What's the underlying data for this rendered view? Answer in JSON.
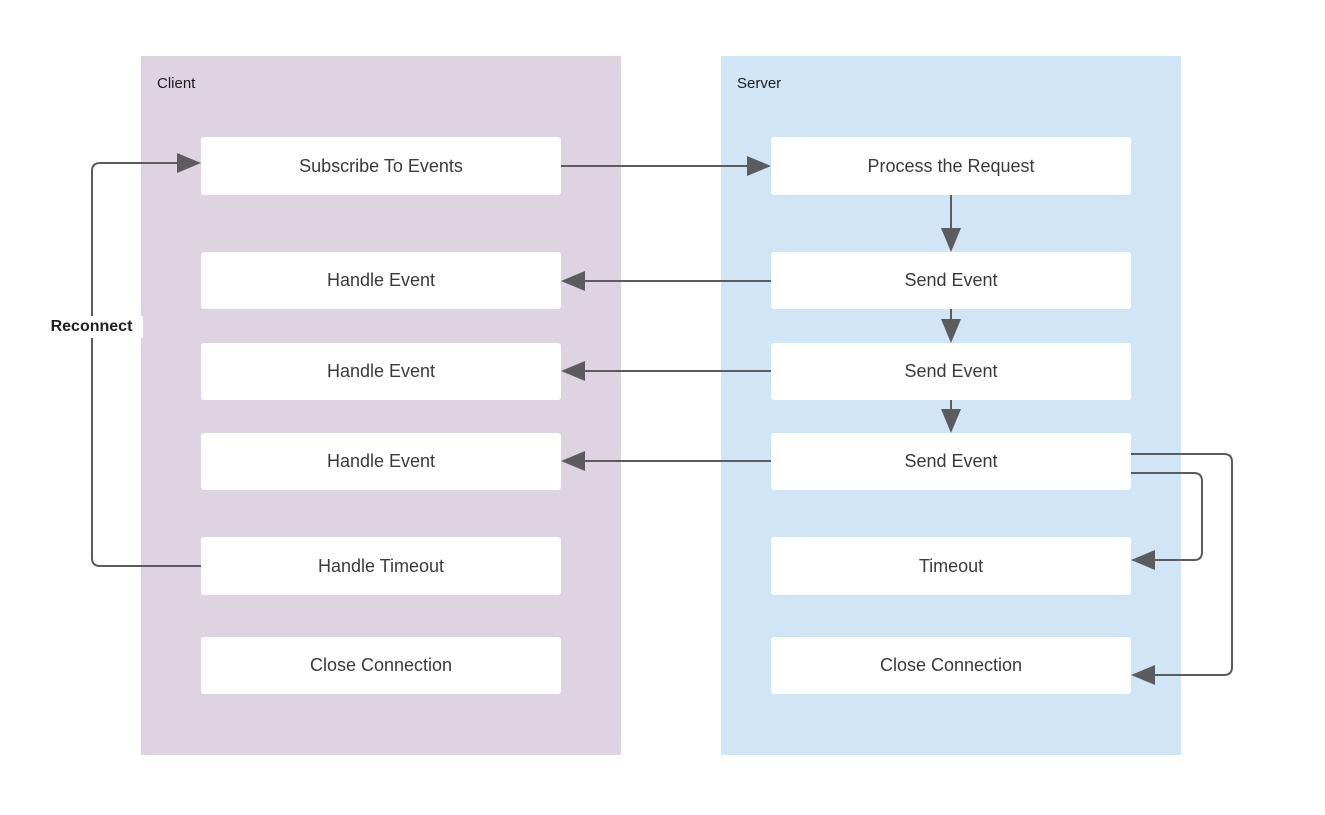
{
  "lanes": {
    "client": {
      "label": "Client"
    },
    "server": {
      "label": "Server"
    }
  },
  "nodes": {
    "subscribe_to_events": "Subscribe To Events",
    "handle_event_1": "Handle Event",
    "handle_event_2": "Handle Event",
    "handle_event_3": "Handle Event",
    "handle_timeout": "Handle Timeout",
    "client_close_connection": "Close Connection",
    "process_the_request": "Process the Request",
    "send_event_1": "Send Event",
    "send_event_2": "Send Event",
    "send_event_3": "Send Event",
    "timeout": "Timeout",
    "server_close_connection": "Close Connection"
  },
  "edges": [
    {
      "from": "subscribe_to_events",
      "to": "process_the_request",
      "label": ""
    },
    {
      "from": "process_the_request",
      "to": "send_event_1",
      "label": ""
    },
    {
      "from": "send_event_1",
      "to": "handle_event_1",
      "label": ""
    },
    {
      "from": "send_event_1",
      "to": "send_event_2",
      "label": ""
    },
    {
      "from": "send_event_2",
      "to": "handle_event_2",
      "label": ""
    },
    {
      "from": "send_event_2",
      "to": "send_event_3",
      "label": ""
    },
    {
      "from": "send_event_3",
      "to": "handle_event_3",
      "label": ""
    },
    {
      "from": "send_event_3",
      "to": "timeout",
      "label": ""
    },
    {
      "from": "send_event_3",
      "to": "server_close_connection",
      "label": ""
    },
    {
      "from": "handle_timeout",
      "to": "subscribe_to_events",
      "label": "Reconnect"
    }
  ],
  "edge_labels": {
    "reconnect": "Reconnect"
  },
  "colors": {
    "lane-client": "#ddd3e1",
    "lane-server": "#d0e5f5",
    "node-bg": "#ffffff",
    "line": "#5c5c5e",
    "node-text": "#3a3a3a",
    "lane-text": "#1b1b1b",
    "label-text": "#1f1f1f"
  }
}
